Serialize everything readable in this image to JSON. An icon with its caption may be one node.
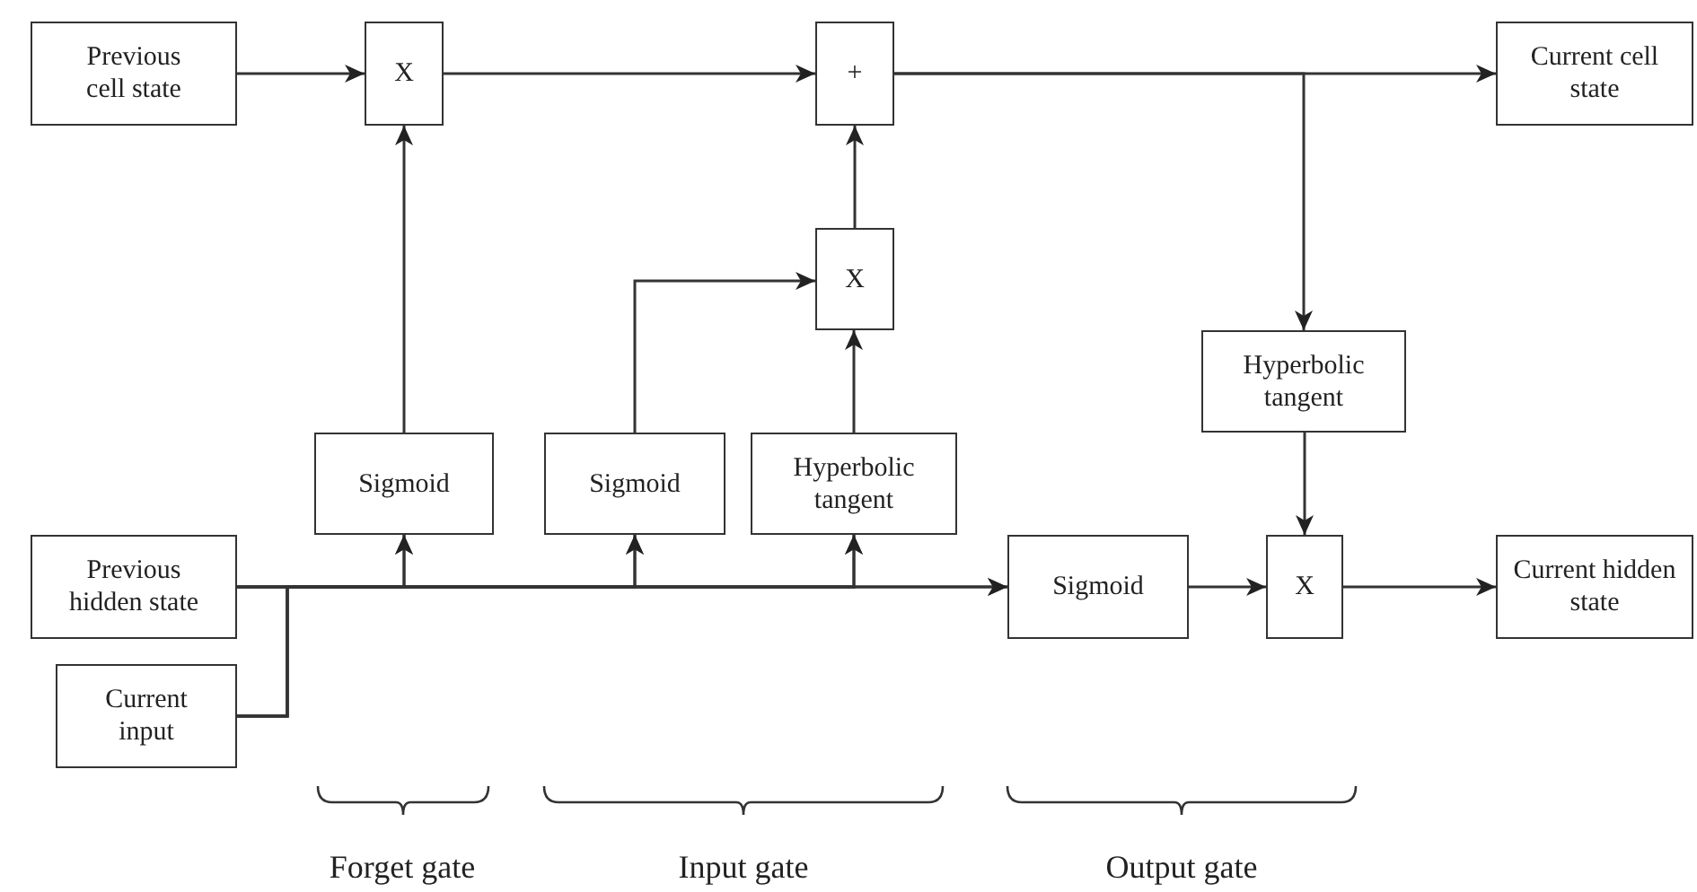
{
  "diagram": {
    "nodes": [
      {
        "text": [
          "Previous cell state"
        ]
      },
      {
        "text": [
          "X"
        ]
      },
      {
        "text": [
          "+"
        ]
      },
      {
        "text": [
          "Current cell state"
        ]
      },
      {
        "text": [
          "X"
        ]
      },
      {
        "text": [
          "Hyperbolic tangent"
        ]
      },
      {
        "text": [
          "Sigmoid"
        ]
      },
      {
        "text": [
          "Sigmoid"
        ]
      },
      {
        "text": [
          "Hyperbolic tangent"
        ]
      },
      {
        "text": [
          "Previous hidden state"
        ]
      },
      {
        "text": [
          "Current input"
        ]
      },
      {
        "text": [
          "Sigmoid"
        ]
      },
      {
        "text": [
          "X"
        ]
      },
      {
        "text": [
          "Current hidden state"
        ]
      }
    ],
    "edges": [
      {
        "from": 0,
        "to": 1,
        "arrow": "to"
      },
      {
        "from": 1,
        "to": 2,
        "arrow": "to"
      },
      {
        "from": 2,
        "to": 3,
        "arrow": "to"
      },
      {
        "from": 2,
        "to": 5,
        "arrow": "to"
      },
      {
        "from": 4,
        "to": 2,
        "arrow": "to"
      },
      {
        "from": 7,
        "to": 4,
        "arrow": "to"
      },
      {
        "from": 8,
        "to": 4,
        "arrow": "to"
      },
      {
        "from": 6,
        "to": 1,
        "arrow": "to"
      },
      {
        "from": 9,
        "to": 6,
        "arrow": "to"
      },
      {
        "from": 9,
        "to": 7,
        "arrow": "to"
      },
      {
        "from": 9,
        "to": 8,
        "arrow": "to"
      },
      {
        "from": 9,
        "to": 11,
        "arrow": "to"
      },
      {
        "from": 10,
        "to": 6,
        "arrow": "to"
      },
      {
        "from": 10,
        "to": 7,
        "arrow": "to"
      },
      {
        "from": 10,
        "to": 8,
        "arrow": "to"
      },
      {
        "from": 10,
        "to": 11,
        "arrow": "to"
      },
      {
        "from": 11,
        "to": 12,
        "arrow": "to"
      },
      {
        "from": 5,
        "to": 12,
        "arrow": "to"
      },
      {
        "from": 12,
        "to": 13,
        "arrow": "to"
      }
    ],
    "labels": [
      "Forget gate",
      "Input gate",
      "Output gate"
    ]
  }
}
